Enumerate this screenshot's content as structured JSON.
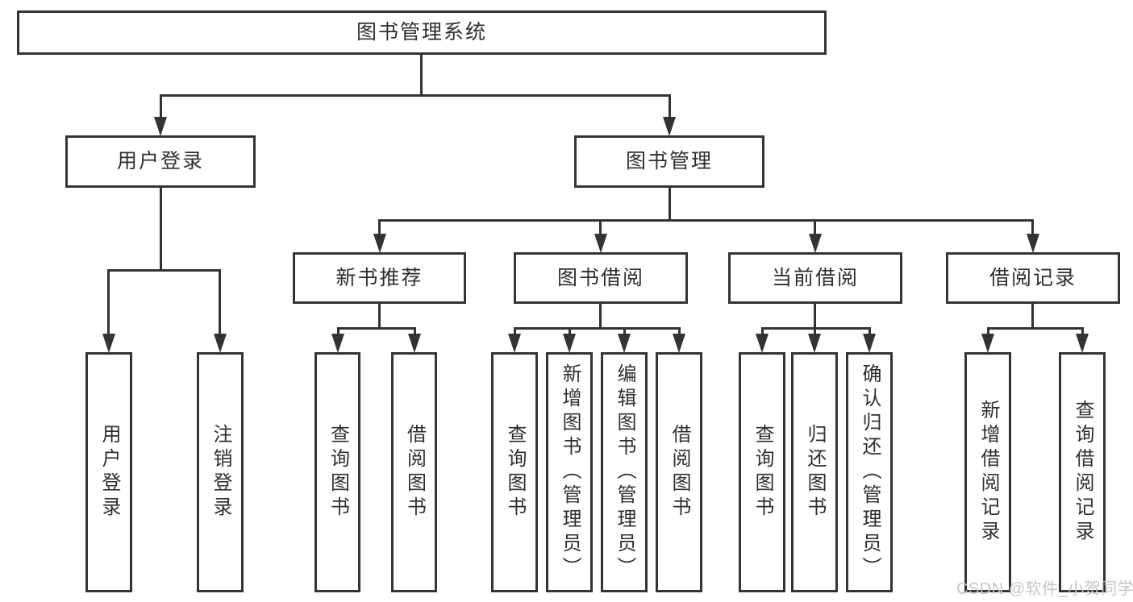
{
  "diagram": {
    "root": "图书管理系统",
    "level2": [
      "用户登录",
      "图书管理"
    ],
    "level3": [
      "新书推荐",
      "图书借阅",
      "当前借阅",
      "借阅记录"
    ],
    "leaves": {
      "user_login": [
        "用户登录",
        "注销登录"
      ],
      "new_book": [
        "查询图书",
        "借阅图书"
      ],
      "book_borrow": [
        "查询图书",
        "新增图书（管理员）",
        "编辑图书（管理员）",
        "借阅图书"
      ],
      "current_borrow": [
        "查询图书",
        "归还图书",
        "确认归还（管理员）"
      ],
      "borrow_record": [
        "新增借阅记录",
        "查询借阅记录"
      ]
    }
  },
  "watermark": "CSDN @软件_小贺同学",
  "colors": {
    "line": "#333333",
    "box_border": "#343434",
    "text": "#2f2f2f",
    "watermark": "#c6c6c6",
    "background": "#ffffff"
  }
}
